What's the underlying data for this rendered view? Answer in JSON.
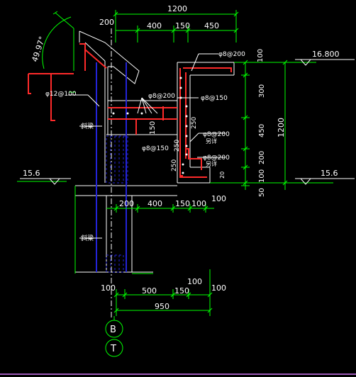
{
  "colors": {
    "background": "#000000",
    "dimension": "#00ff00",
    "outline": "#ffffff",
    "rebar": "#ff2a2a",
    "axis": "#2424d8",
    "frame_edge": "#9b59b6"
  },
  "dimensions": {
    "top_total": "1200",
    "top_left": "200",
    "top_seg1": "400",
    "top_seg2": "150",
    "top_seg3": "450",
    "right_100": "100",
    "right_300": "300",
    "right_450": "450",
    "right_200": "200",
    "right_100b": "100",
    "right_50": "50",
    "right_total": "1200",
    "mid_200": "200",
    "mid_400": "400",
    "mid_150": "150",
    "mid_100": "100",
    "mid_100b": "100",
    "bot_100_left": "100",
    "bot_500": "500",
    "bot_150": "150",
    "bot_100_top": "100",
    "bot_100_right": "100",
    "bot_total": "950",
    "inner_150": "150",
    "inner_250a": "250",
    "inner_250b": "250",
    "inner_250c": "250",
    "inner_20": "20"
  },
  "angle": "49.97°",
  "elevations": {
    "top": "16.800",
    "left": "15.6",
    "right": "15.6"
  },
  "rebar_labels": {
    "r1": "φ8@200",
    "r2": "φ12@100",
    "r3": "φ8@200",
    "r4": "φ8@150",
    "r5": "φ8@200",
    "r6": "φ8@150",
    "r7": "φ8@200"
  },
  "notes": {
    "n1": "斜梁",
    "n2": "斜梁",
    "n3": "另详",
    "n4": "另详"
  },
  "axes": {
    "a1": "B",
    "a2": "T"
  }
}
